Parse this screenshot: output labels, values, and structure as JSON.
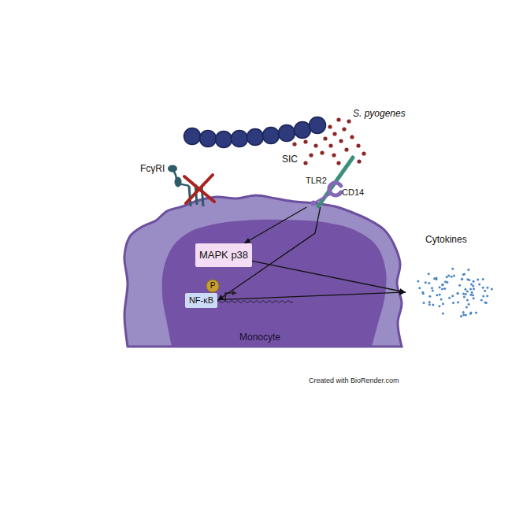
{
  "diagram": {
    "nodes": [
      {
        "text": [
          "Monocyte"
        ]
      },
      {
        "text": [
          "MAPK p38"
        ],
        "in": 0
      },
      {
        "text": [
          "NF-κB"
        ],
        "in": 0
      },
      {
        "text": [
          "P"
        ],
        "in": 0
      },
      {
        "text": [
          "TLR2"
        ]
      },
      {
        "text": [
          "Cytokines"
        ]
      }
    ],
    "edges": [
      {
        "from": 4,
        "to": 1,
        "arrow": "to"
      },
      {
        "from": 4,
        "to": 2,
        "arrow": "to"
      },
      {
        "from": 1,
        "to": 5,
        "arrow": "to"
      },
      {
        "from": 2,
        "to": 5,
        "arrow": "to"
      }
    ],
    "labels": [
      "S. pyogenes",
      "SIC",
      "FcγRI",
      "CD14",
      "Created with BioRender.com"
    ]
  }
}
